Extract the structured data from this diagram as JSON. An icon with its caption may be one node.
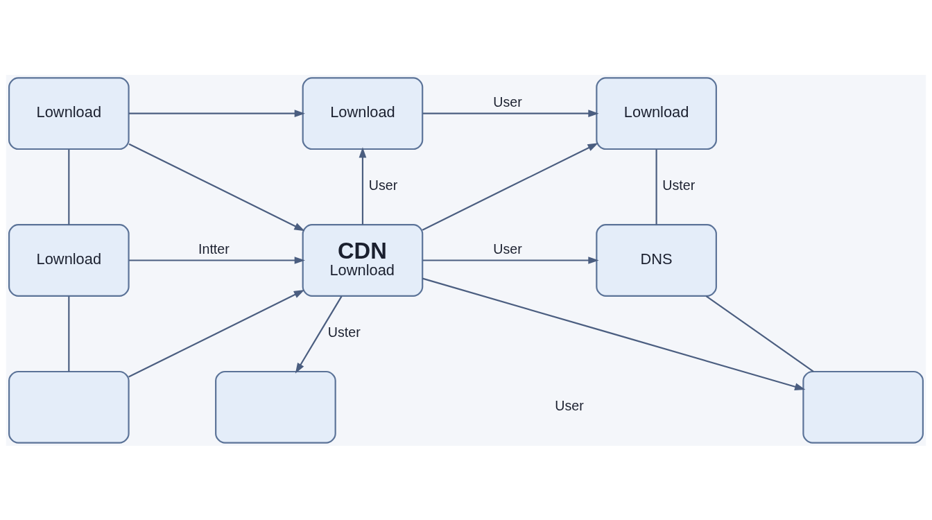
{
  "diagram": {
    "nodes": [
      {
        "text": [
          "Lownload"
        ]
      },
      {
        "text": [
          "Lownload"
        ]
      },
      {
        "text": [
          "Lownload"
        ]
      },
      {
        "text": [
          "Lownload"
        ]
      },
      {
        "text": [
          "CDN",
          "Lownload"
        ]
      },
      {
        "text": [
          "DNS"
        ]
      },
      {
        "text": [],
        "shape": "box"
      },
      {
        "text": [],
        "shape": "box"
      },
      {
        "text": [],
        "shape": "box"
      }
    ],
    "edges": [
      {
        "from": 0,
        "to": 1,
        "arrow": "to"
      },
      {
        "from": 1,
        "to": 2,
        "arrow": "to",
        "label": "User"
      },
      {
        "from": 0,
        "to": 3,
        "arrow": "none"
      },
      {
        "from": 0,
        "to": 4,
        "arrow": "to"
      },
      {
        "from": 4,
        "to": 1,
        "arrow": "to",
        "label": "User"
      },
      {
        "from": 4,
        "to": 2,
        "arrow": "to"
      },
      {
        "from": 2,
        "to": 5,
        "arrow": "none",
        "label": "Uster"
      },
      {
        "from": 3,
        "to": 4,
        "arrow": "to",
        "label": "Intter"
      },
      {
        "from": 4,
        "to": 5,
        "arrow": "to",
        "label": "User"
      },
      {
        "from": 3,
        "to": 6,
        "arrow": "none"
      },
      {
        "from": 6,
        "to": 4,
        "arrow": "to"
      },
      {
        "from": 4,
        "to": 7,
        "arrow": "to",
        "label": "Uster"
      },
      {
        "from": 4,
        "to": 8,
        "arrow": "to"
      },
      {
        "from": 5,
        "to": 8,
        "arrow": "none"
      }
    ],
    "labels": [
      "User"
    ]
  }
}
